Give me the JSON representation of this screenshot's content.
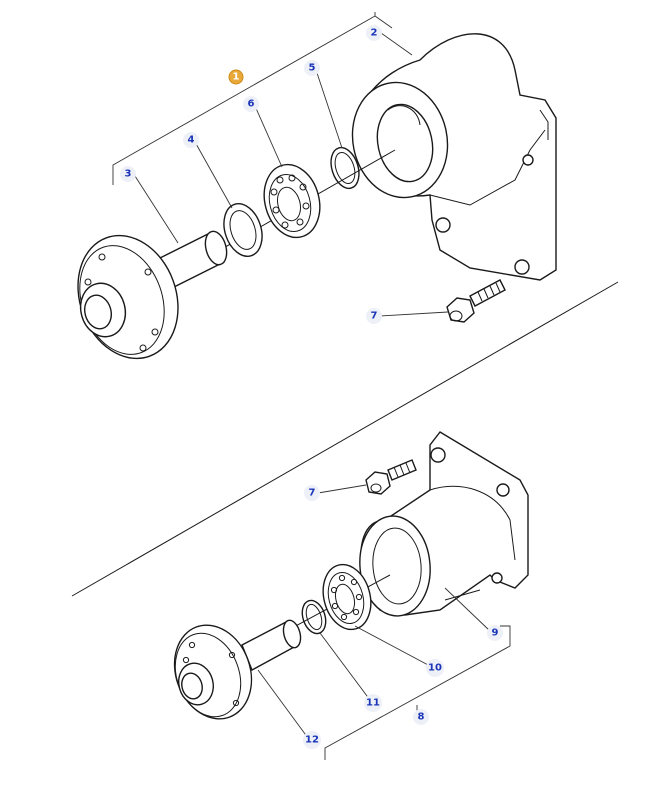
{
  "callouts": {
    "c1": "1",
    "c2": "2",
    "c3": "3",
    "c4": "4",
    "c5": "5",
    "c6": "6",
    "c7a": "7",
    "c7b": "7",
    "c8": "8",
    "c9": "9",
    "c10": "10",
    "c11": "11",
    "c12": "12"
  },
  "colors": {
    "callout_text": "#1a35b8",
    "highlight": "#e8a93a",
    "line": "#1a1a1a"
  }
}
